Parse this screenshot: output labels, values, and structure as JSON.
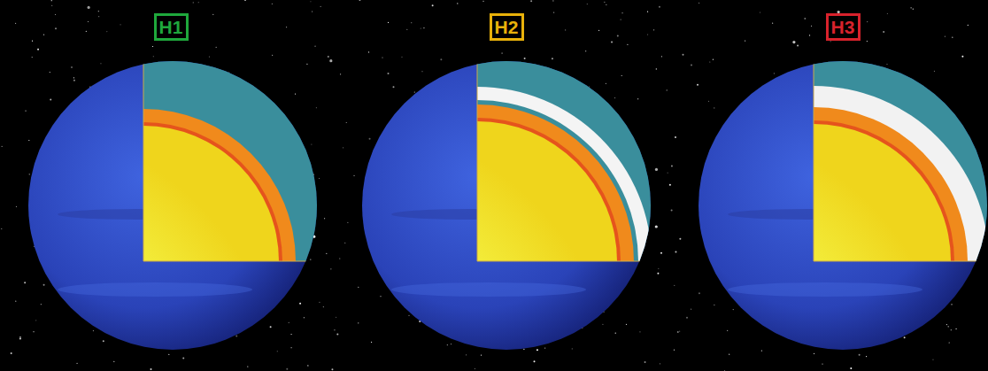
{
  "diagram": {
    "nodes": [
      {
        "text": [
          "H1"
        ]
      },
      {
        "text": [
          "H2"
        ]
      },
      {
        "text": [
          "H3"
        ]
      }
    ]
  }
}
